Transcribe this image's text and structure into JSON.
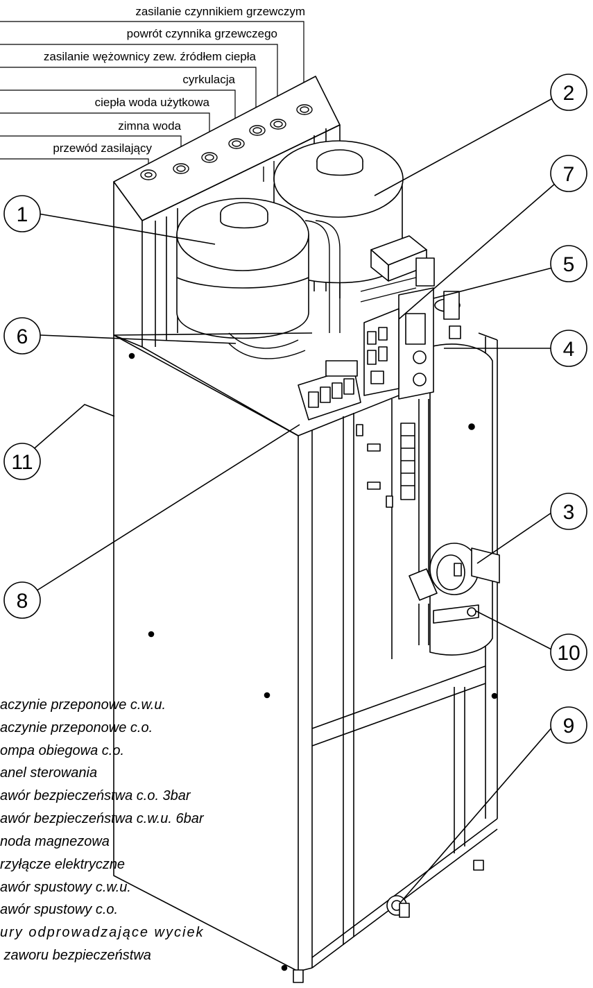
{
  "connections": [
    "zasilanie czynnikiem grzewczym",
    "powrót czynnika grzewczego",
    "zasilanie wężownicy zew. źródłem ciepła",
    "cyrkulacja",
    "ciepła woda użytkowa",
    "zimna woda",
    "przewód zasilający"
  ],
  "callouts": [
    "1",
    "2",
    "3",
    "4",
    "5",
    "6",
    "7",
    "8",
    "9",
    "10",
    "11"
  ],
  "legend": [
    "aczynie przeponowe c.w.u.",
    "aczynie przeponowe c.o.",
    "ompa obiegowa c.o.",
    "anel sterowania",
    "awór bezpieczeństwa c.o. 3bar",
    "awór bezpieczeństwa c.w.u. 6bar",
    "noda magnezowa",
    "rzyłącze elektryczne",
    "awór spustowy c.w.u.",
    "awór spustowy c.o.",
    "ury odprowadzające wyciek",
    " zaworu bezpieczeństwa"
  ]
}
